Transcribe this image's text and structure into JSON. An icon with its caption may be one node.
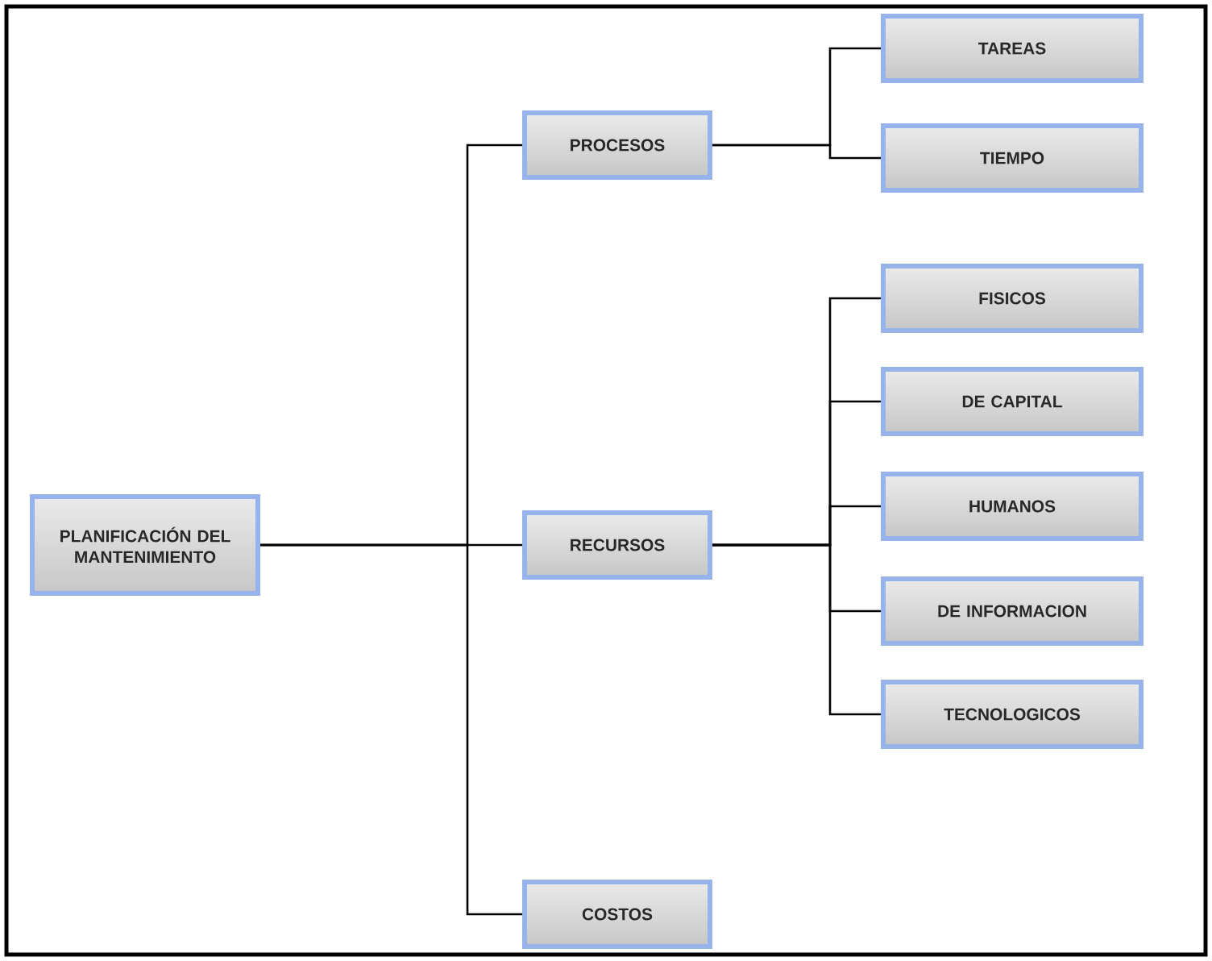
{
  "diagram": {
    "nodes": [
      {
        "text": [
          "PLANIFICACIÓN DEL MANTENIMIENTO"
        ]
      },
      {
        "text": [
          "PROCESOS"
        ]
      },
      {
        "text": [
          "RECURSOS"
        ]
      },
      {
        "text": [
          "COSTOS"
        ]
      },
      {
        "text": [
          "TAREAS"
        ]
      },
      {
        "text": [
          "TIEMPO"
        ]
      },
      {
        "text": [
          "FISICOS"
        ]
      },
      {
        "text": [
          "DE CAPITAL"
        ]
      },
      {
        "text": [
          "HUMANOS"
        ]
      },
      {
        "text": [
          "DE INFORMACION"
        ]
      },
      {
        "text": [
          "TECNOLOGICOS"
        ]
      }
    ],
    "edges": [
      {
        "from": 0,
        "to": 1,
        "arrow": "none"
      },
      {
        "from": 0,
        "to": 2,
        "arrow": "none"
      },
      {
        "from": 0,
        "to": 3,
        "arrow": "none"
      },
      {
        "from": 1,
        "to": 4,
        "arrow": "none"
      },
      {
        "from": 1,
        "to": 5,
        "arrow": "none"
      },
      {
        "from": 2,
        "to": 6,
        "arrow": "none"
      },
      {
        "from": 2,
        "to": 7,
        "arrow": "none"
      },
      {
        "from": 2,
        "to": 8,
        "arrow": "none"
      },
      {
        "from": 2,
        "to": 9,
        "arrow": "none"
      },
      {
        "from": 2,
        "to": 10,
        "arrow": "none"
      }
    ]
  }
}
